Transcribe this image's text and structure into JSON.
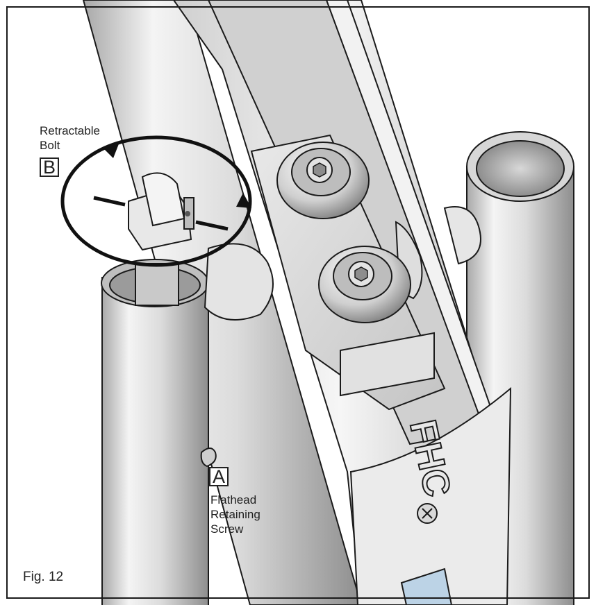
{
  "figure": {
    "number_label": "Fig. 12",
    "brand_text": "FHC",
    "callouts": [
      {
        "letter": "B",
        "lines": [
          "Retractable",
          "Bolt"
        ]
      },
      {
        "letter": "A",
        "lines": [
          "Flathead",
          "Retaining",
          "Screw"
        ]
      }
    ]
  },
  "colors": {
    "outline": "#1a1a1a",
    "metal_light": "#f2f2f2",
    "metal_mid": "#cfcfcf",
    "metal_dark": "#9a9a9a",
    "accent_blue": "#bcd3e6"
  }
}
